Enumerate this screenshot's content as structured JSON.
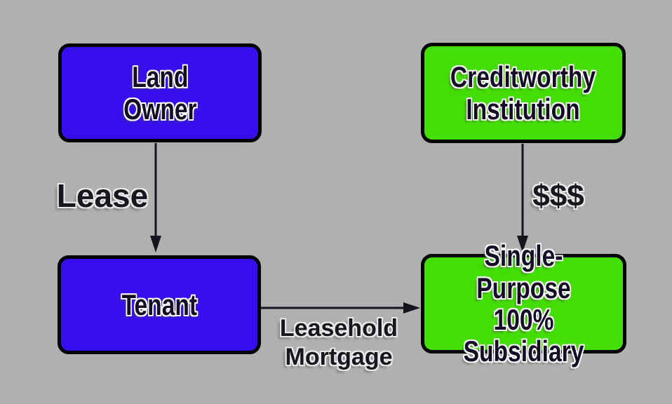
{
  "diagram": {
    "title": "Leasehold mortgage structure diagram",
    "background_color": "#b0b0b0",
    "border_color": "#000000",
    "arrow_color": "#15151d",
    "text_color": "#140d25",
    "boxes": {
      "land_owner": {
        "label": "Land\nOwner",
        "fill": "#370fee"
      },
      "creditworthy_institution": {
        "label": "Creditworthy\nInstitution",
        "fill": "#44dd05"
      },
      "tenant": {
        "label": "Tenant",
        "fill": "#370fee"
      },
      "subsidiary": {
        "label": "Single-Purpose\n100% Subsidiary",
        "fill": "#44dd05"
      }
    },
    "arrows": {
      "lease": {
        "label": "Lease",
        "from": "land_owner",
        "to": "tenant",
        "direction": "down"
      },
      "money": {
        "label": "$$$",
        "from": "creditworthy_institution",
        "to": "subsidiary",
        "direction": "down"
      },
      "leasehold_mortgage": {
        "label": "Leasehold\nMortgage",
        "from": "tenant",
        "to": "subsidiary",
        "direction": "right"
      }
    }
  }
}
